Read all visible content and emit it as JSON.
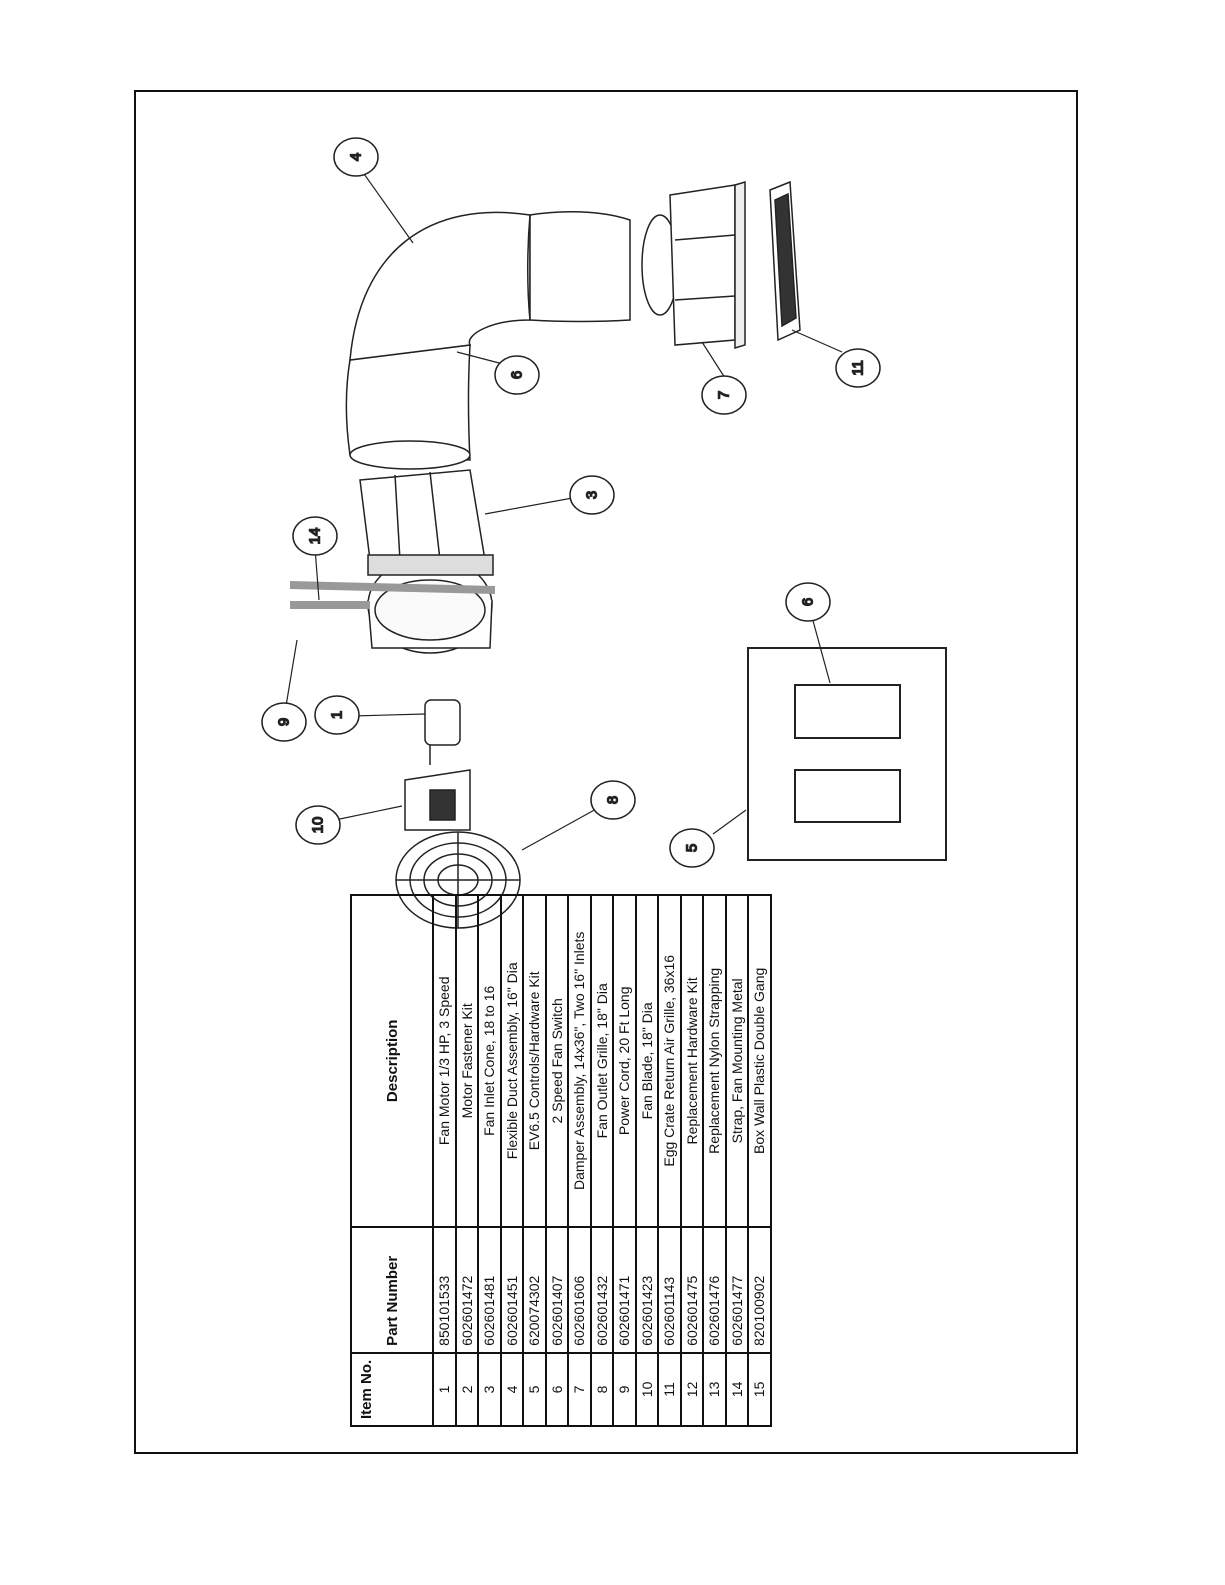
{
  "callouts": [
    {
      "id": "1",
      "label": "1"
    },
    {
      "id": "3",
      "label": "3"
    },
    {
      "id": "4",
      "label": "4"
    },
    {
      "id": "5",
      "label": "5"
    },
    {
      "id": "6a",
      "label": "6"
    },
    {
      "id": "6b",
      "label": "6"
    },
    {
      "id": "7",
      "label": "7"
    },
    {
      "id": "8",
      "label": "8"
    },
    {
      "id": "9",
      "label": "9"
    },
    {
      "id": "10",
      "label": "10"
    },
    {
      "id": "11",
      "label": "11"
    },
    {
      "id": "14",
      "label": "14"
    }
  ],
  "parts_table": {
    "headers": {
      "item": "Item No.",
      "part": "Part Number",
      "desc": "Description"
    },
    "rows": [
      {
        "item": "1",
        "part": "850101533",
        "desc": "Fan Motor 1/3 HP, 3 Speed"
      },
      {
        "item": "2",
        "part": "602601472",
        "desc": "Motor Fastener Kit"
      },
      {
        "item": "3",
        "part": "602601481",
        "desc": "Fan Inlet Cone, 18 to 16"
      },
      {
        "item": "4",
        "part": "602601451",
        "desc": "Flexible Duct Assembly, 16\" Dia"
      },
      {
        "item": "5",
        "part": "620074302",
        "desc": "EV6.5 Controls/Hardware Kit"
      },
      {
        "item": "6",
        "part": "602601407",
        "desc": "2 Speed Fan Switch"
      },
      {
        "item": "7",
        "part": "602601606",
        "desc": "Damper Assembly, 14x36\", Two 16\" Inlets"
      },
      {
        "item": "8",
        "part": "602601432",
        "desc": "Fan Outlet Grille, 18\" Dia"
      },
      {
        "item": "9",
        "part": "602601471",
        "desc": "Power Cord, 20 Ft Long"
      },
      {
        "item": "10",
        "part": "602601423",
        "desc": "Fan Blade, 18\" Dia"
      },
      {
        "item": "11",
        "part": "602601143",
        "desc": "Egg Crate Return Air Grille, 36x16"
      },
      {
        "item": "12",
        "part": "602601475",
        "desc": "Replacement Hardware Kit"
      },
      {
        "item": "13",
        "part": "602601476",
        "desc": "Replacement Nylon Strapping"
      },
      {
        "item": "14",
        "part": "602601477",
        "desc": "Strap, Fan Mounting Metal"
      },
      {
        "item": "15",
        "part": "820100902",
        "desc": "Box Wall Plastic Double Gang"
      }
    ]
  }
}
